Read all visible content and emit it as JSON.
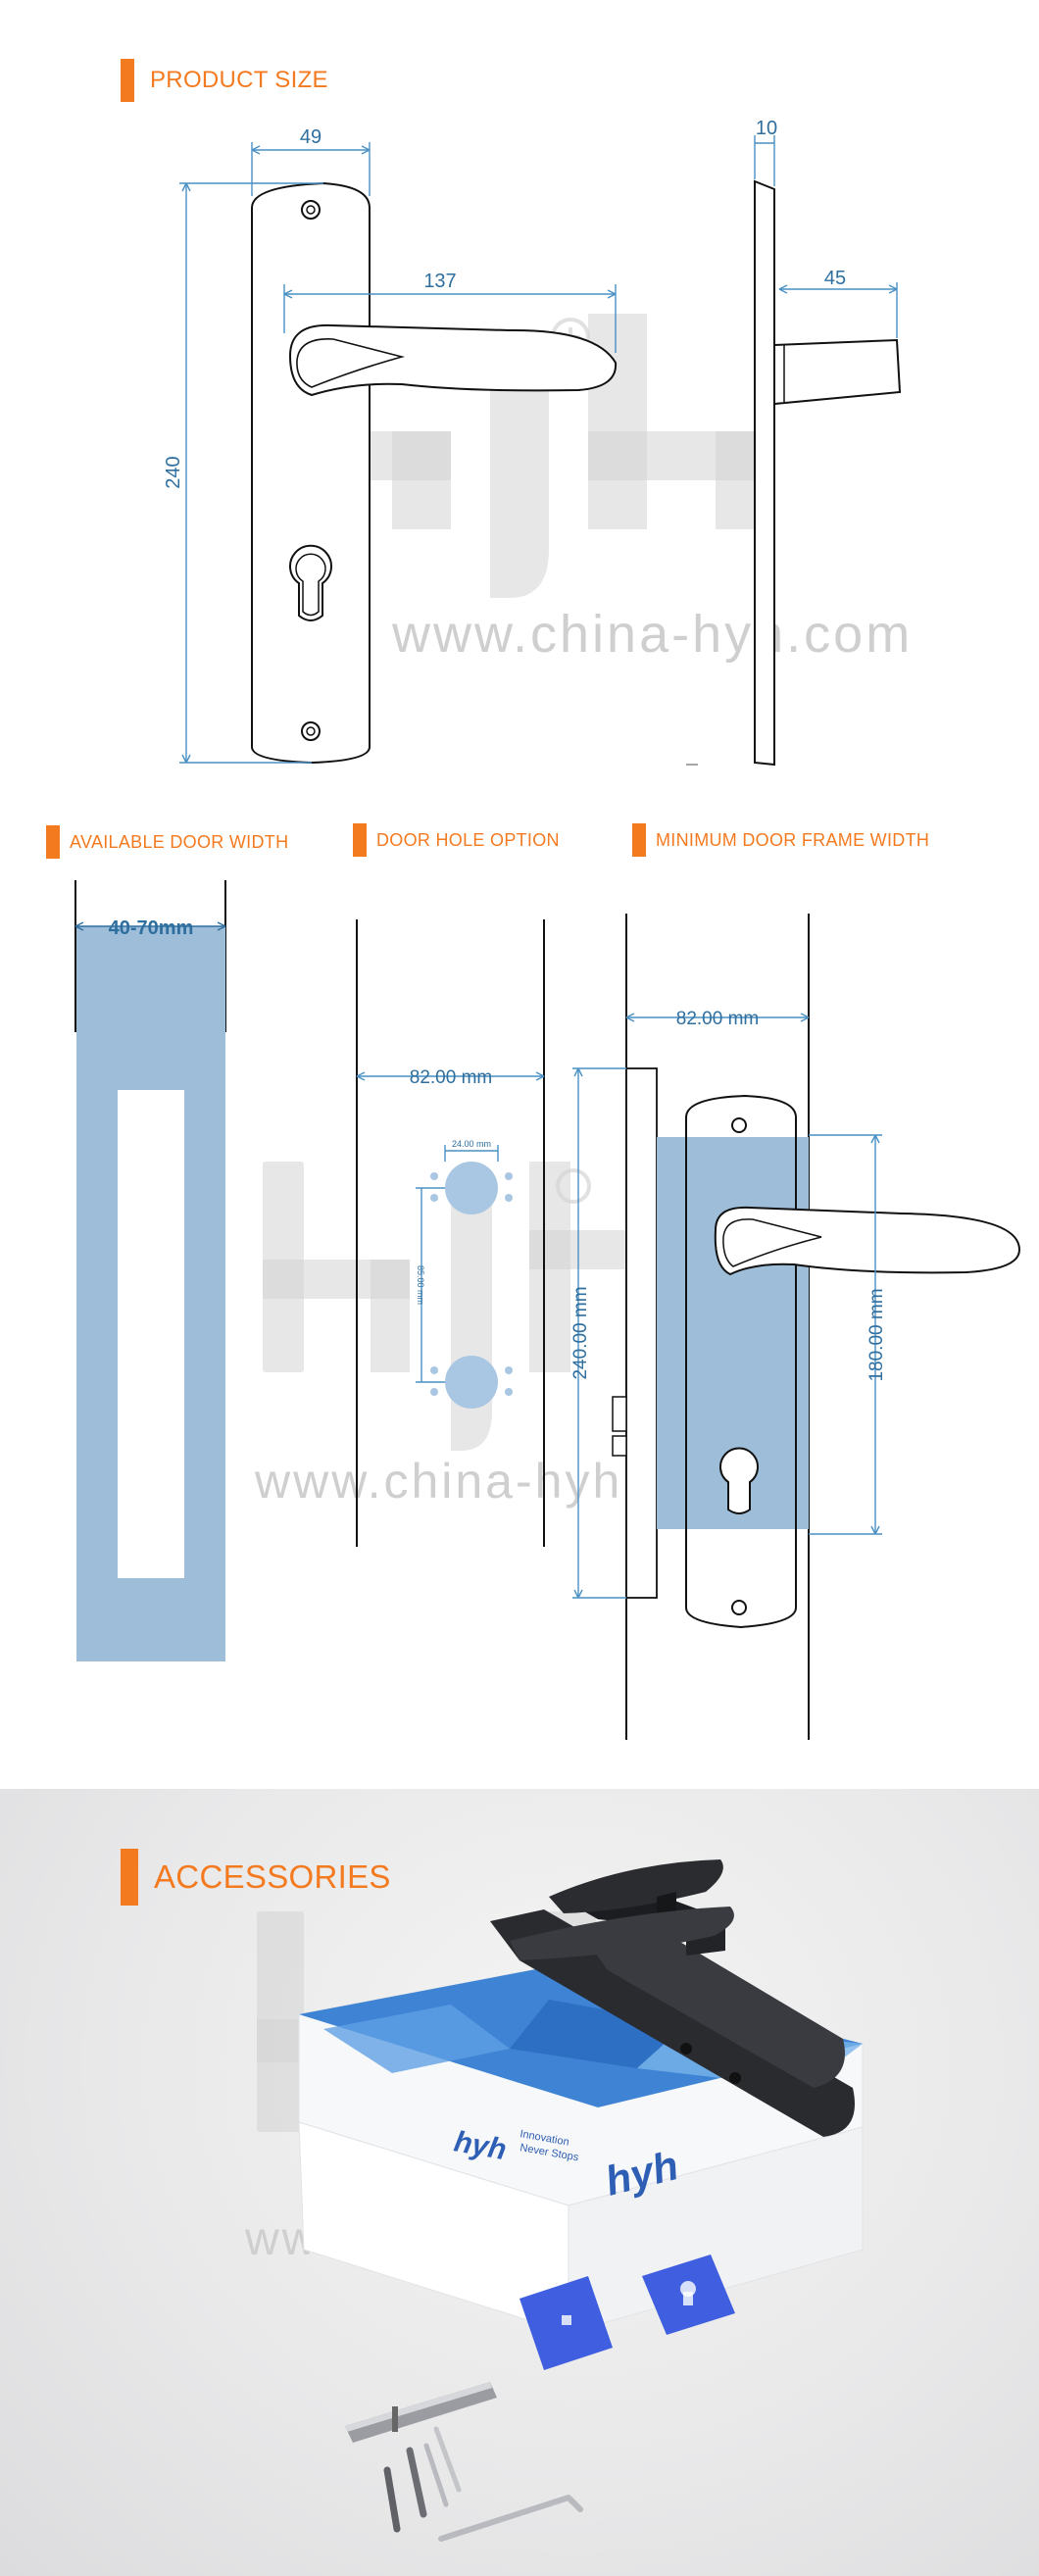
{
  "sections": {
    "product_size": "PRODUCT SIZE",
    "available_door_width": "AVAILABLE DOOR WIDTH",
    "door_hole_option": "DOOR HOLE OPTION",
    "minimum_door_frame_width": "MINIMUM DOOR FRAME WIDTH",
    "accessories": "ACCESSORIES"
  },
  "product_size": {
    "width": "49",
    "height": "240",
    "lever_length": "137",
    "thickness": "10",
    "lever_projection": "45"
  },
  "door_width": {
    "range": "40-70mm"
  },
  "door_hole": {
    "width": "82.00 mm",
    "hole_diameter": "24.00 mm",
    "hole_spacing": "85.00 mm"
  },
  "frame_width": {
    "width": "82.00 mm",
    "height": "240.00 mm",
    "lever_height": "180.00 mm"
  },
  "watermark": {
    "brand": "hyh",
    "url": "www.china-hyh.com"
  },
  "box": {
    "logo": "hyh",
    "slogan_line1": "Innovation",
    "slogan_line2": "Never Stops"
  },
  "colors": {
    "accent": "#f47a20",
    "dimension": "#4a90c4",
    "door_blue": "#9dbdd9",
    "box_blue": "#2f6fc7"
  }
}
